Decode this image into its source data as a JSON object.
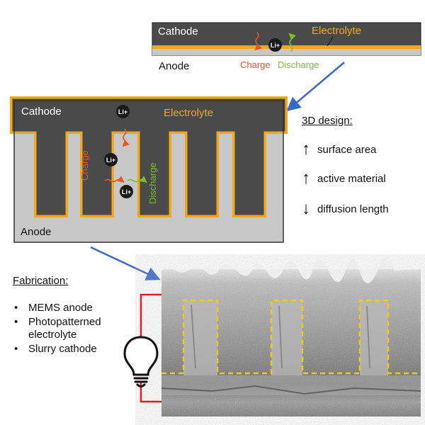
{
  "top_panel": {
    "cathode_label": "Cathode",
    "electrolyte_label": "Electrolyte",
    "anode_label": "Anode",
    "ion_label": "Li+",
    "charge_label": "Charge",
    "discharge_label": "Discharge"
  },
  "middle_panel": {
    "cathode_label": "Cathode",
    "electrolyte_label": "Electrolyte",
    "anode_label": "Anode",
    "ion_label": "Li+",
    "charge_label": "Charge",
    "discharge_label": "Discharge"
  },
  "design": {
    "title": "3D design:",
    "items": [
      {
        "arrow": "↑",
        "arrow_icon": "up-arrow-icon",
        "text": "surface area"
      },
      {
        "arrow": "↑",
        "arrow_icon": "up-arrow-icon",
        "text": "active material"
      },
      {
        "arrow": "↓",
        "arrow_icon": "down-arrow-icon",
        "text": "diffusion length"
      }
    ]
  },
  "fabrication": {
    "title": "Fabrication:",
    "items": [
      "MEMS anode",
      "Photopatterned electrolyte",
      "Slurry cathode"
    ]
  },
  "icons": [
    "lightbulb-icon",
    "arrow-icon",
    "sem-image"
  ],
  "colors": {
    "cathode": "#4a4a4a",
    "anode": "#c8c8c8",
    "electrolyte": "#f2a81d",
    "charge": "#e8551d",
    "discharge": "#7cbc2e",
    "arrow": "#3b68c6",
    "wire": "#e02020"
  }
}
